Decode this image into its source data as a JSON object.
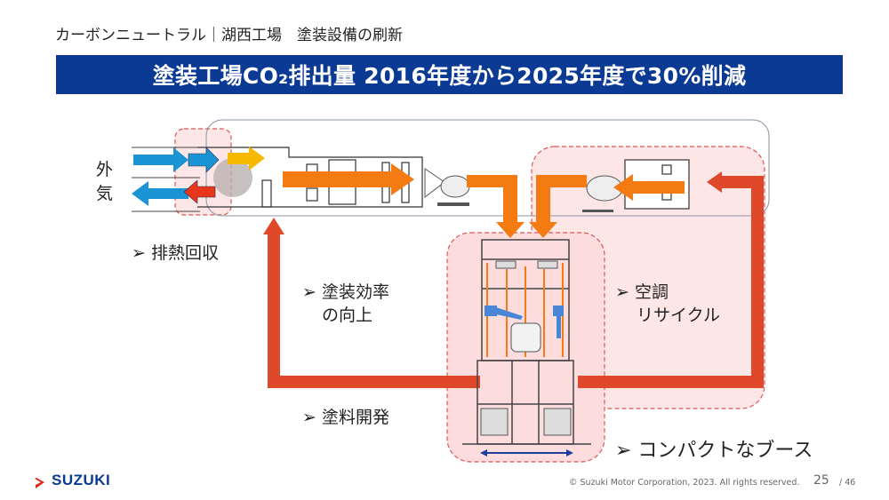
{
  "header": {
    "subtitle": "カーボンニュートラル｜湖西工場　塗装設備の刷新",
    "title": "塗装工場CO₂排出量 2016年度から2025年度で30%削減"
  },
  "diagram": {
    "outside_air_1": "外",
    "outside_air_2": "気",
    "labels": {
      "heat_recovery": "➢ 排熱回収",
      "painting_efficiency_1": "➢ 塗装効率",
      "painting_efficiency_2": "の向上",
      "air_recycle_1": "➢ 空調",
      "air_recycle_2": "リサイクル",
      "paint_development": "➢ 塗料開発",
      "compact_booth": "➢ コンパクトなブース"
    },
    "colors": {
      "orange": "#f47a12",
      "red_loop": "#e0482a",
      "blue": "#1b94d6",
      "yellow": "#f7b800",
      "pink_zone": "#fde3e3",
      "banner": "#0b3a94"
    }
  },
  "footer": {
    "logo_text": "SUZUKI",
    "copyright": "© Suzuki Motor Corporation, 2023. All rights reserved.",
    "page": "25",
    "total": "/ 46"
  }
}
